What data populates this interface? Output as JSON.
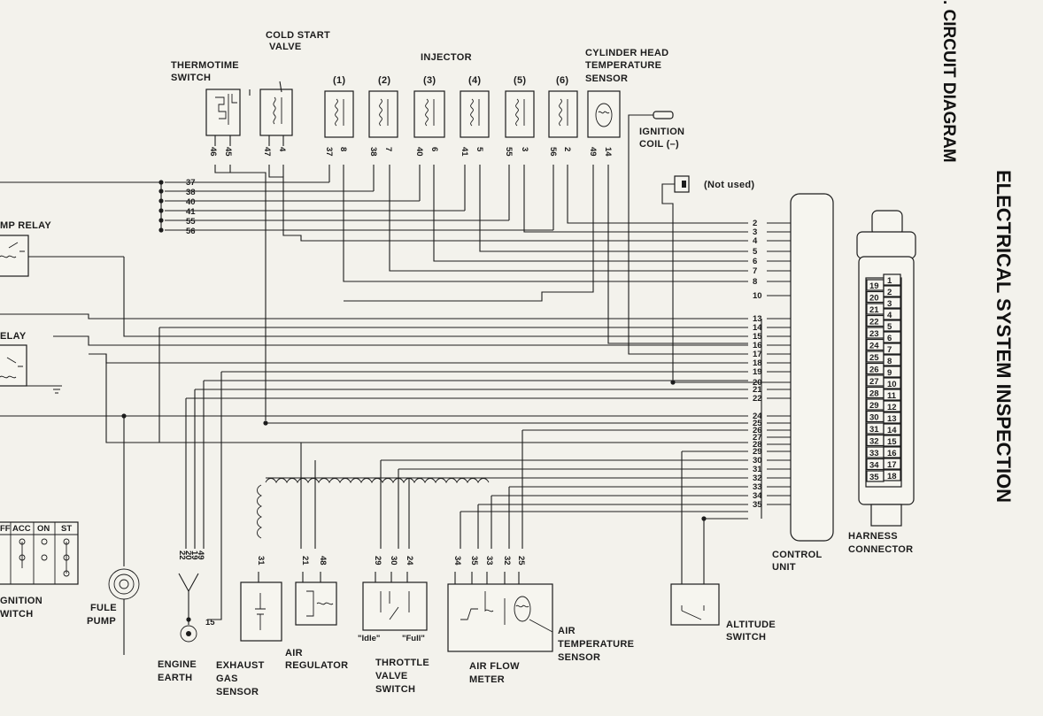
{
  "page": {
    "title": "ELECTRICAL SYSTEM INSPECTION",
    "subtitle": ". CIRCUIT DIAGRAM"
  },
  "labels": {
    "cold_start_valve": [
      "COLD START",
      "VALVE"
    ],
    "thermotime_switch": [
      "THERMOTIME",
      "SWITCH"
    ],
    "injector": "INJECTOR",
    "cyl_head_sensor": [
      "CYLINDER HEAD",
      "TEMPERATURE",
      "SENSOR"
    ],
    "ignition_coil": [
      "IGNITION",
      "COIL (–)"
    ],
    "not_used": "(Not used)",
    "pump_relay": "MP RELAY",
    "relay": "ELAY",
    "control_unit": [
      "CONTROL",
      "UNIT"
    ],
    "harness_connector": [
      "HARNESS",
      "CONNECTOR"
    ],
    "altitude_switch": [
      "ALTITUDE",
      "SWITCH"
    ],
    "air_temp_sensor": [
      "AIR",
      "TEMPERATURE",
      "SENSOR"
    ],
    "air_flow_meter": [
      "AIR FLOW",
      "METER"
    ],
    "throttle_valve_switch": [
      "THROTTLE",
      "VALVE",
      "SWITCH"
    ],
    "idle": "\"Idle\"",
    "full": "\"Full\"",
    "air_regulator": [
      "AIR",
      "REGULATOR"
    ],
    "exhaust_gas_sensor": [
      "EXHAUST",
      "GAS",
      "SENSOR"
    ],
    "engine_earth": [
      "ENGINE",
      "EARTH"
    ],
    "fuel_pump": [
      "FULE",
      "PUMP"
    ],
    "ignition_switch": [
      "GNITION",
      "WITCH"
    ],
    "ign_positions": [
      "FF",
      "ACC",
      "ON",
      "ST"
    ],
    "terminal_15": "15"
  },
  "injectors": [
    "(1)",
    "(2)",
    "(3)",
    "(4)",
    "(5)",
    "(6)"
  ],
  "top_pins": {
    "thermotime": [
      "46",
      "45"
    ],
    "cold_start": [
      "47",
      "4"
    ],
    "inj1": [
      "37",
      "8"
    ],
    "inj2": [
      "38",
      "7"
    ],
    "inj3": [
      "40",
      "6"
    ],
    "inj4": [
      "41",
      "5"
    ],
    "inj5": [
      "55",
      "3"
    ],
    "inj6": [
      "56",
      "2"
    ],
    "cyl_head": [
      "49",
      "14"
    ]
  },
  "left_bus": [
    "37",
    "38",
    "40",
    "41",
    "55",
    "56"
  ],
  "control_unit_pins": [
    "2",
    "3",
    "4",
    "5",
    "6",
    "7",
    "8",
    "10",
    "13",
    "14",
    "15",
    "16",
    "17",
    "18",
    "19",
    "20",
    "21",
    "22",
    "24",
    "25",
    "26",
    "27",
    "28",
    "29",
    "30",
    "31",
    "32",
    "33",
    "34",
    "35"
  ],
  "bottom_pins": {
    "earth": [
      "22",
      "20",
      "19",
      "49"
    ],
    "exhaust": [
      "31"
    ],
    "air_reg": [
      "21",
      "48"
    ],
    "throttle": [
      "29",
      "30",
      "24"
    ],
    "air_flow": [
      "34",
      "35",
      "33",
      "32",
      "25"
    ]
  },
  "harness_left": [
    "19",
    "20",
    "21",
    "22",
    "23",
    "24",
    "25",
    "26",
    "27",
    "28",
    "29",
    "30",
    "31",
    "32",
    "33",
    "34",
    "35"
  ],
  "harness_right": [
    "1",
    "2",
    "3",
    "4",
    "5",
    "6",
    "7",
    "8",
    "9",
    "10",
    "11",
    "12",
    "13",
    "14",
    "15",
    "16",
    "17",
    "18"
  ]
}
